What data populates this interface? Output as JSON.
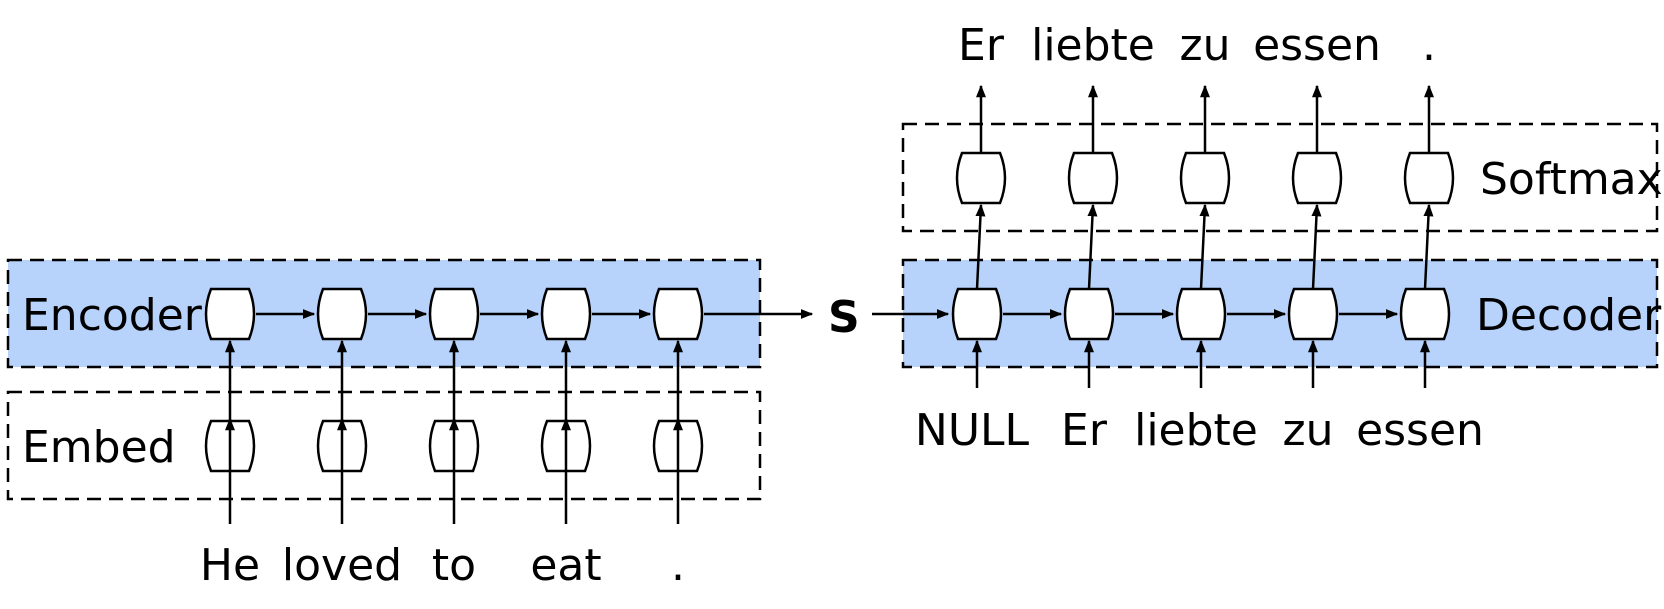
{
  "encoder": {
    "encoder_label": "Encoder",
    "embed_label": "Embed",
    "input_words": [
      "He",
      "loved",
      "to",
      "eat",
      "."
    ]
  },
  "state": {
    "label": "S"
  },
  "decoder": {
    "decoder_label": "Decoder",
    "softmax_label": "Softmax",
    "input_words": [
      "NULL",
      "Er",
      "liebte",
      "zu",
      "essen"
    ],
    "output_words": [
      "Er",
      "liebte",
      "zu",
      "essen",
      "."
    ]
  },
  "colors": {
    "layer_fill": "#b7d3fb",
    "stroke": "#000000"
  }
}
